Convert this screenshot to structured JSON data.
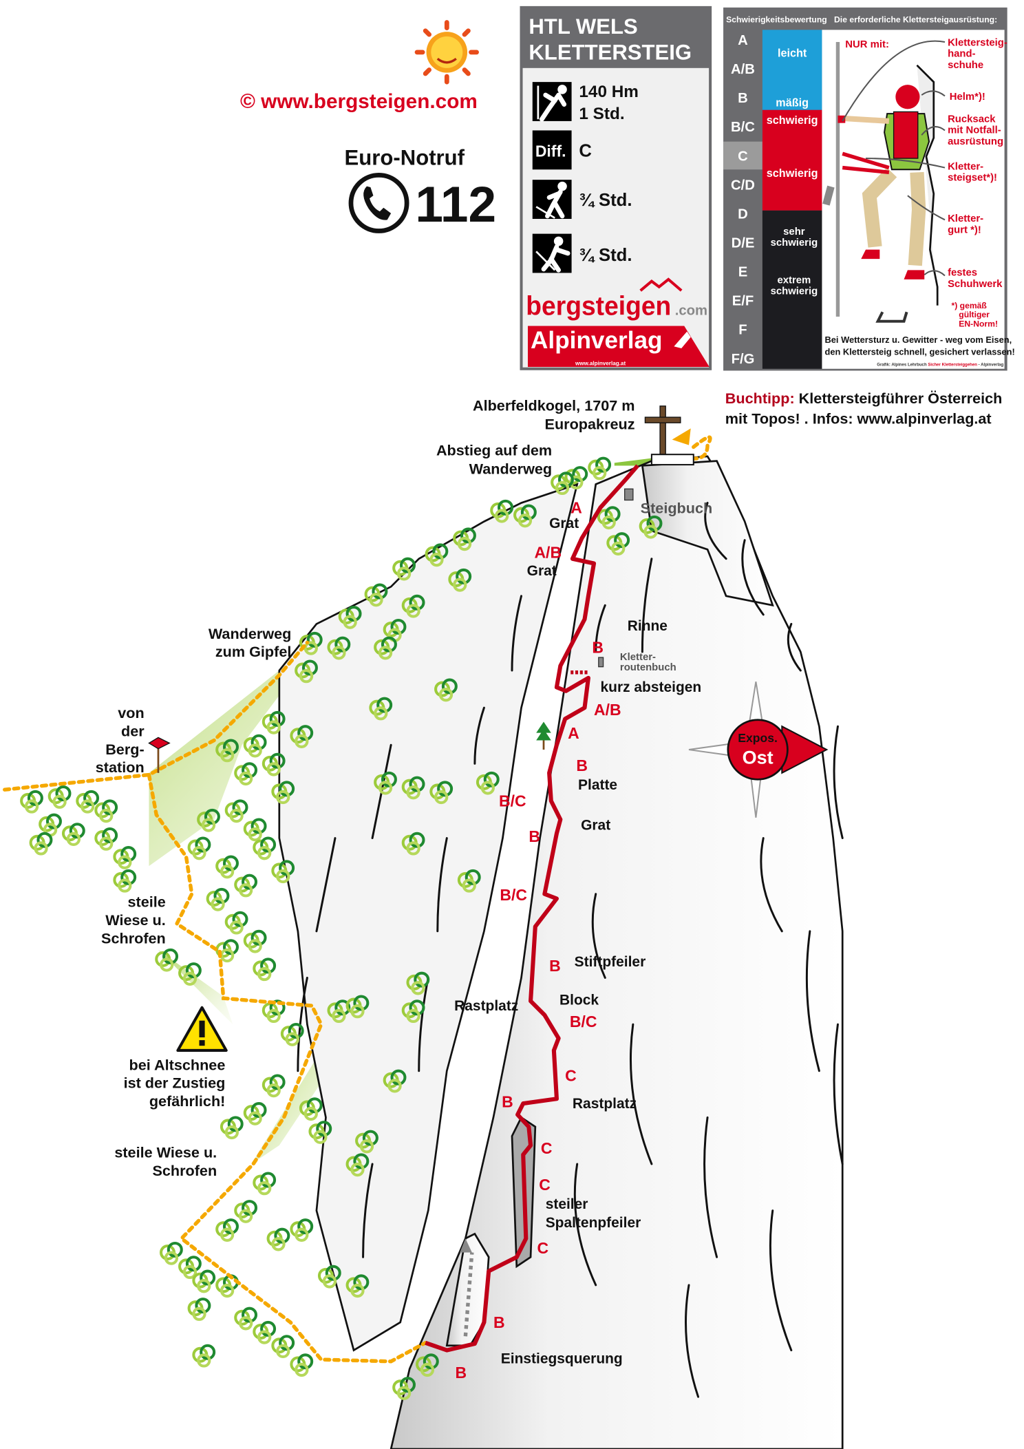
{
  "header": {
    "copyright": "© www.bergsteigen.com",
    "emergency_label": "Euro-Notruf",
    "emergency_number": "112"
  },
  "info_panel": {
    "title_line1": "HTL WELS",
    "title_line2": "KLETTERSTEIG",
    "height_gain": "140 Hm",
    "climb_time": "1 Std.",
    "diff_label": "Diff.",
    "difficulty": "C",
    "approach_time": "¾ Std.",
    "descent_time": "¾ Std.",
    "logo_bergsteigen": "bergsteigen",
    "logo_com": ".com",
    "logo_alpinverlag": "Alpinverlag",
    "logo_alpinverlag_url": "www.alpinverlag.at"
  },
  "grading_panel": {
    "grading_title": "Schwierigkeitsbewertung",
    "equipment_title": "Die erforderliche Klettersteigausrüstung:",
    "grades": [
      "A",
      "A/B",
      "B",
      "B/C",
      "C",
      "C/D",
      "D",
      "D/E",
      "E",
      "E/F",
      "F",
      "F/G"
    ],
    "highlighted_grade": "C",
    "levels": {
      "leicht": "leicht",
      "maessig": "mäßig",
      "schwierig1": "schwierig",
      "schwierig2": "schwierig",
      "sehr1": "sehr",
      "sehr2": "schwierig",
      "extrem1": "extrem",
      "extrem2": "schwierig"
    },
    "only_with": "NUR mit:",
    "equipment": {
      "gloves": [
        "Klettersteig-",
        "hand-",
        "schuhe"
      ],
      "helmet": "Helm*)!",
      "backpack": [
        "Rucksack",
        "mit Notfall-",
        "ausrüstung"
      ],
      "set": [
        "Kletter-",
        "steigset*)!"
      ],
      "harness": [
        "Kletter-",
        "gurt *)!"
      ],
      "shoes": [
        "festes",
        "Schuhwerk"
      ],
      "norm": [
        "*) gemäß",
        "gültiger",
        "EN-Norm!"
      ]
    },
    "warning_line1": "Bei Wettersturz u. Gewitter - weg vom Eisen,",
    "warning_line2": "den Klettersteig schnell, gesichert verlassen!",
    "credit_prefix": "Grafik: Alpines Lehrbuch ",
    "credit_title": "Sicher Klettersteiggehen",
    "credit_suffix": " - Alpinverlag"
  },
  "book_tip": {
    "label": "Buchtipp:",
    "line1": " Klettersteigführer Österreich",
    "line2": "mit Topos! . Infos: www.alpinverlag.at"
  },
  "topo": {
    "summit_name": "Alberfeldkogel, 1707 m",
    "summit_cross": "Europakreuz",
    "descent": [
      "Abstieg auf dem",
      "Wanderweg"
    ],
    "steigbuch": "Steigbuch",
    "path_to_summit": [
      "Wanderweg",
      "zum Gipfel"
    ],
    "from_station": [
      "von",
      "der",
      "Berg-",
      "station"
    ],
    "steep_meadow1": [
      "steile",
      "Wiese u.",
      "Schrofen"
    ],
    "snow_warning": [
      "bei Altschnee",
      "ist der Zustieg",
      "gefährlich!"
    ],
    "steep_meadow2": [
      "steile Wiese u.",
      "Schrofen"
    ],
    "route_book": [
      "Kletter-",
      "routenbuch"
    ],
    "exposure": [
      "Expos.",
      "Ost"
    ],
    "features": {
      "grat1": "Grat",
      "grat2": "Grat",
      "rinne": "Rinne",
      "kurz": "kurz absteigen",
      "platte": "Platte",
      "grat3": "Grat",
      "stiftpfeiler": "Stiftpfeiler",
      "rastplatz1": "Rastplatz",
      "block": "Block",
      "rastplatz2": "Rastplatz",
      "steiler": "steiler",
      "spaltenpfeiler": "Spaltenpfeiler",
      "einstieg": "Einstiegsquerung"
    },
    "grades": [
      "A",
      "A/B",
      "B",
      "A/B",
      "A",
      "B",
      "B/C",
      "B",
      "B/C",
      "B",
      "B/C",
      "C",
      "B",
      "C",
      "C",
      "C",
      "B",
      "B"
    ]
  },
  "colors": {
    "red": "#d8001e",
    "route": "#c00018",
    "blue": "#1e9fd8",
    "panel_gray": "#6b6b6e",
    "trail": "#f5a800"
  }
}
